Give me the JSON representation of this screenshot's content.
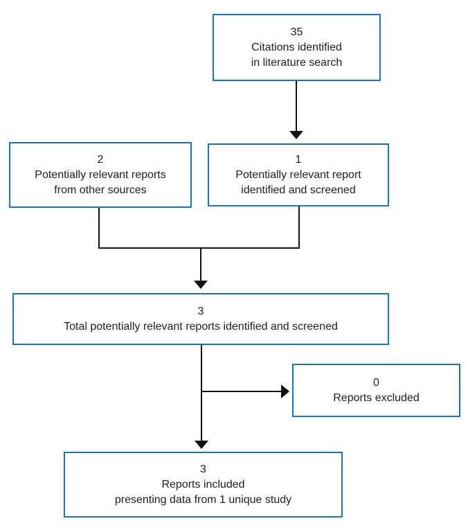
{
  "colors": {
    "box_border": "#1e70c1",
    "arrow": "#111111",
    "text": "#202020",
    "background": "#ffffff"
  },
  "nodes": {
    "citations": {
      "count": "35",
      "lines": [
        "Citations identified",
        "in literature search"
      ]
    },
    "other_sources": {
      "count": "2",
      "lines": [
        "Potentially relevant reports",
        "from other sources"
      ]
    },
    "screened": {
      "count": "1",
      "lines": [
        "Potentially relevant report",
        "identified and screened"
      ]
    },
    "total": {
      "count": "3",
      "lines": [
        "Total potentially relevant reports identified and screened"
      ]
    },
    "excluded": {
      "count": "0",
      "lines": [
        "Reports excluded"
      ]
    },
    "included": {
      "count": "3",
      "lines": [
        "Reports included",
        "presenting data from 1 unique study"
      ]
    }
  },
  "edges": [
    {
      "from": "citations",
      "to": "screened"
    },
    {
      "from": "other_sources",
      "to": "total"
    },
    {
      "from": "screened",
      "to": "total"
    },
    {
      "from": "total",
      "to": "excluded"
    },
    {
      "from": "total",
      "to": "included"
    }
  ]
}
